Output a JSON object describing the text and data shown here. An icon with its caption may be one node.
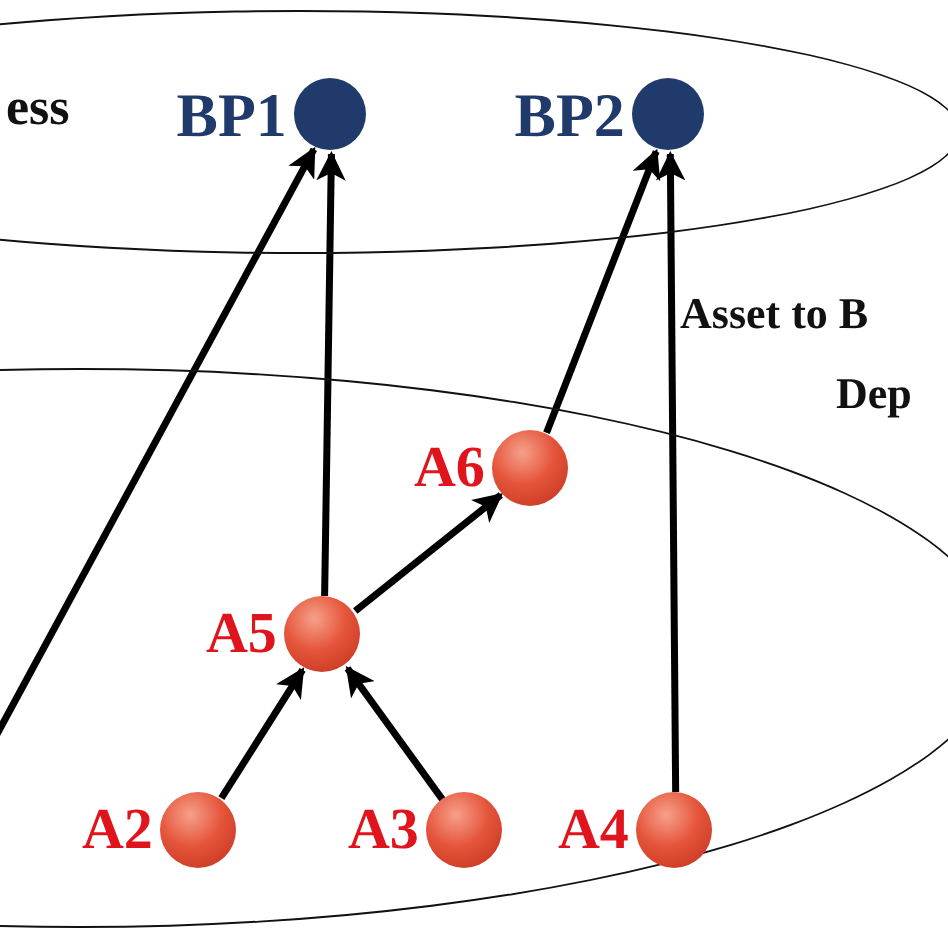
{
  "diagram": {
    "nodes": [
      {
        "text": [
          "ess"
        ]
      },
      {
        "text": [
          "BP1"
        ],
        "in": 0
      },
      {
        "text": [
          "BP2"
        ],
        "in": 0
      },
      {
        "text": [],
        "shape": "ellipse"
      },
      {
        "text": [
          "A6"
        ],
        "in": 3
      },
      {
        "text": [
          "A5"
        ],
        "in": 3
      },
      {
        "text": [
          "A2"
        ],
        "in": 3
      },
      {
        "text": [
          "A3"
        ],
        "in": 3
      },
      {
        "text": [
          "A4"
        ],
        "in": 3
      }
    ],
    "edges": [
      {
        "from": null,
        "to": 1,
        "arrow": "to"
      },
      {
        "from": 5,
        "to": 1,
        "arrow": "to"
      },
      {
        "from": 5,
        "to": 4,
        "arrow": "to"
      },
      {
        "from": 4,
        "to": 2,
        "arrow": "to"
      },
      {
        "from": 8,
        "to": 2,
        "arrow": "to"
      },
      {
        "from": 6,
        "to": 5,
        "arrow": "to"
      },
      {
        "from": 7,
        "to": 5,
        "arrow": "to"
      }
    ],
    "labels": [
      "Asset to B",
      "Dep"
    ]
  }
}
